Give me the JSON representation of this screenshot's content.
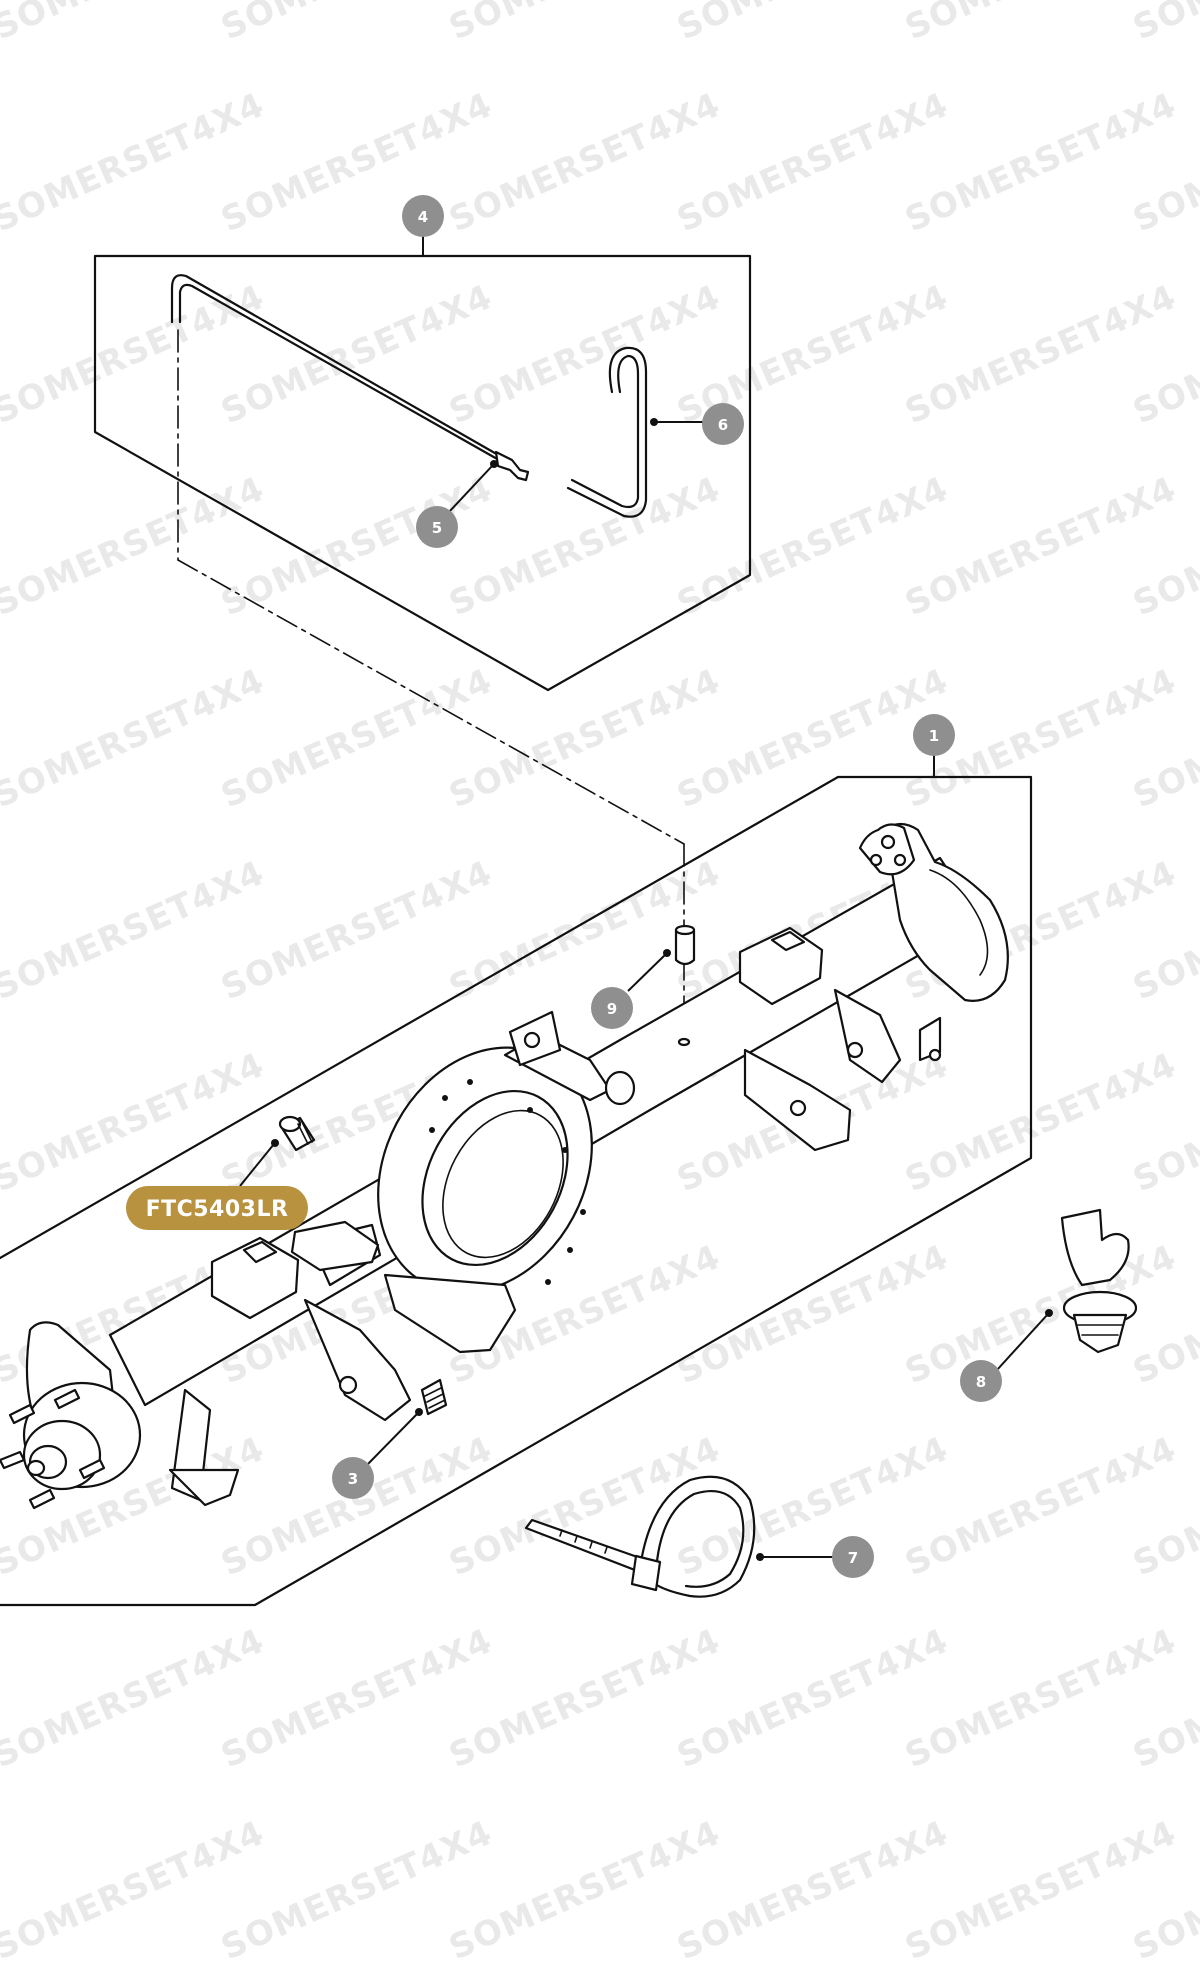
{
  "watermark": {
    "text": "SOMERSET4X4",
    "color": "#e9e9e9"
  },
  "callouts": {
    "c1": "1",
    "c3": "3",
    "c4": "4",
    "c5": "5",
    "c6": "6",
    "c7": "7",
    "c8": "8",
    "c9": "9"
  },
  "part_number": {
    "label": "FTC5403LR",
    "color": "#b8923f"
  },
  "colors": {
    "badge": "#8f8f8f",
    "line": "#111111",
    "background": "#ffffff"
  }
}
